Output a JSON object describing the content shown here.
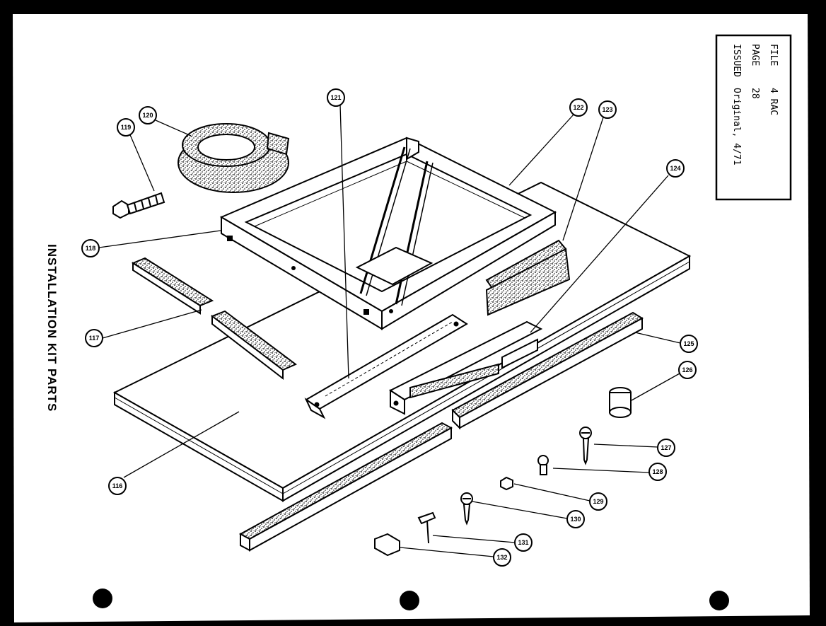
{
  "sheet_title": "INSTALLATION KIT PARTS",
  "info_box": {
    "file_label": "FILE",
    "file_value": "4 RAC",
    "page_label": "PAGE",
    "page_value": "28",
    "issued_label": "ISSUED",
    "issued_value": "Original, 4/71"
  },
  "callouts": {
    "c116": "116",
    "c117": "117",
    "c118": "118",
    "c119": "119",
    "c120": "120",
    "c121": "121",
    "c122": "122",
    "c123": "123",
    "c124": "124",
    "c125": "125",
    "c126": "126",
    "c127": "127",
    "c128": "128",
    "c129": "129",
    "c130": "130",
    "c131": "131",
    "c132": "132"
  },
  "colors": {
    "paper": "#ffffff",
    "ink": "#000000",
    "background": "#000000"
  }
}
